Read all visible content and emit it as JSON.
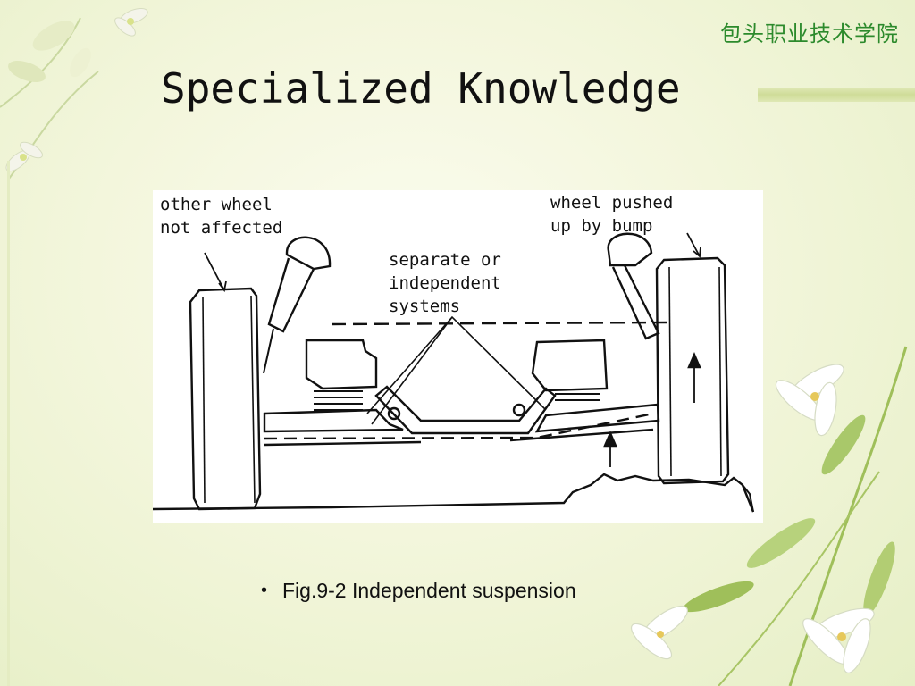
{
  "slide": {
    "institution": "包头职业技术学院",
    "title": "Specialized Knowledge"
  },
  "figure": {
    "label_left": [
      "other wheel",
      "not affected"
    ],
    "label_right": [
      "wheel pushed",
      "up by bump"
    ],
    "label_center": [
      "separate or",
      "independent",
      "systems"
    ]
  },
  "caption": {
    "bullet": "•",
    "text": "Fig.9-2 Independent suspension"
  },
  "colors": {
    "institution": "#2c8a2c",
    "title": "#111111",
    "accent_bar": "#cfdc98"
  }
}
